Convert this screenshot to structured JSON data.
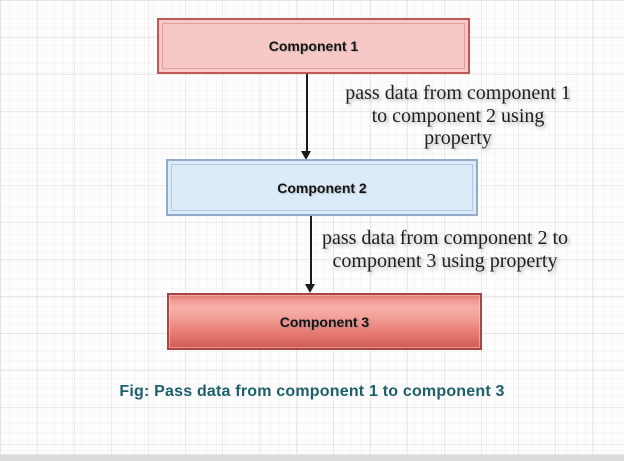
{
  "diagram": {
    "boxes": [
      {
        "label": "Component 1",
        "fill": "#f6c9c7",
        "border": "#c05956"
      },
      {
        "label": "Component 2",
        "fill": "#dcebf9",
        "border": "#94aac9"
      },
      {
        "label": "Component 3",
        "fill": "red-gradient",
        "fill_top": "#ef9b93",
        "fill_bottom": "#d25b57",
        "border": "#ac4542"
      }
    ],
    "arrows": [
      {
        "from": "Component 1",
        "to": "Component 2",
        "label": "pass data from component 1\nto component 2 using\nproperty"
      },
      {
        "from": "Component 2",
        "to": "Component 3",
        "label": "pass data from component 2 to\ncomponent 3 using property"
      }
    ],
    "caption": "Fig: Pass data from component 1 to component 3",
    "caption_color": "#1b5f6d",
    "arrow_color": "#1a1a1a"
  }
}
